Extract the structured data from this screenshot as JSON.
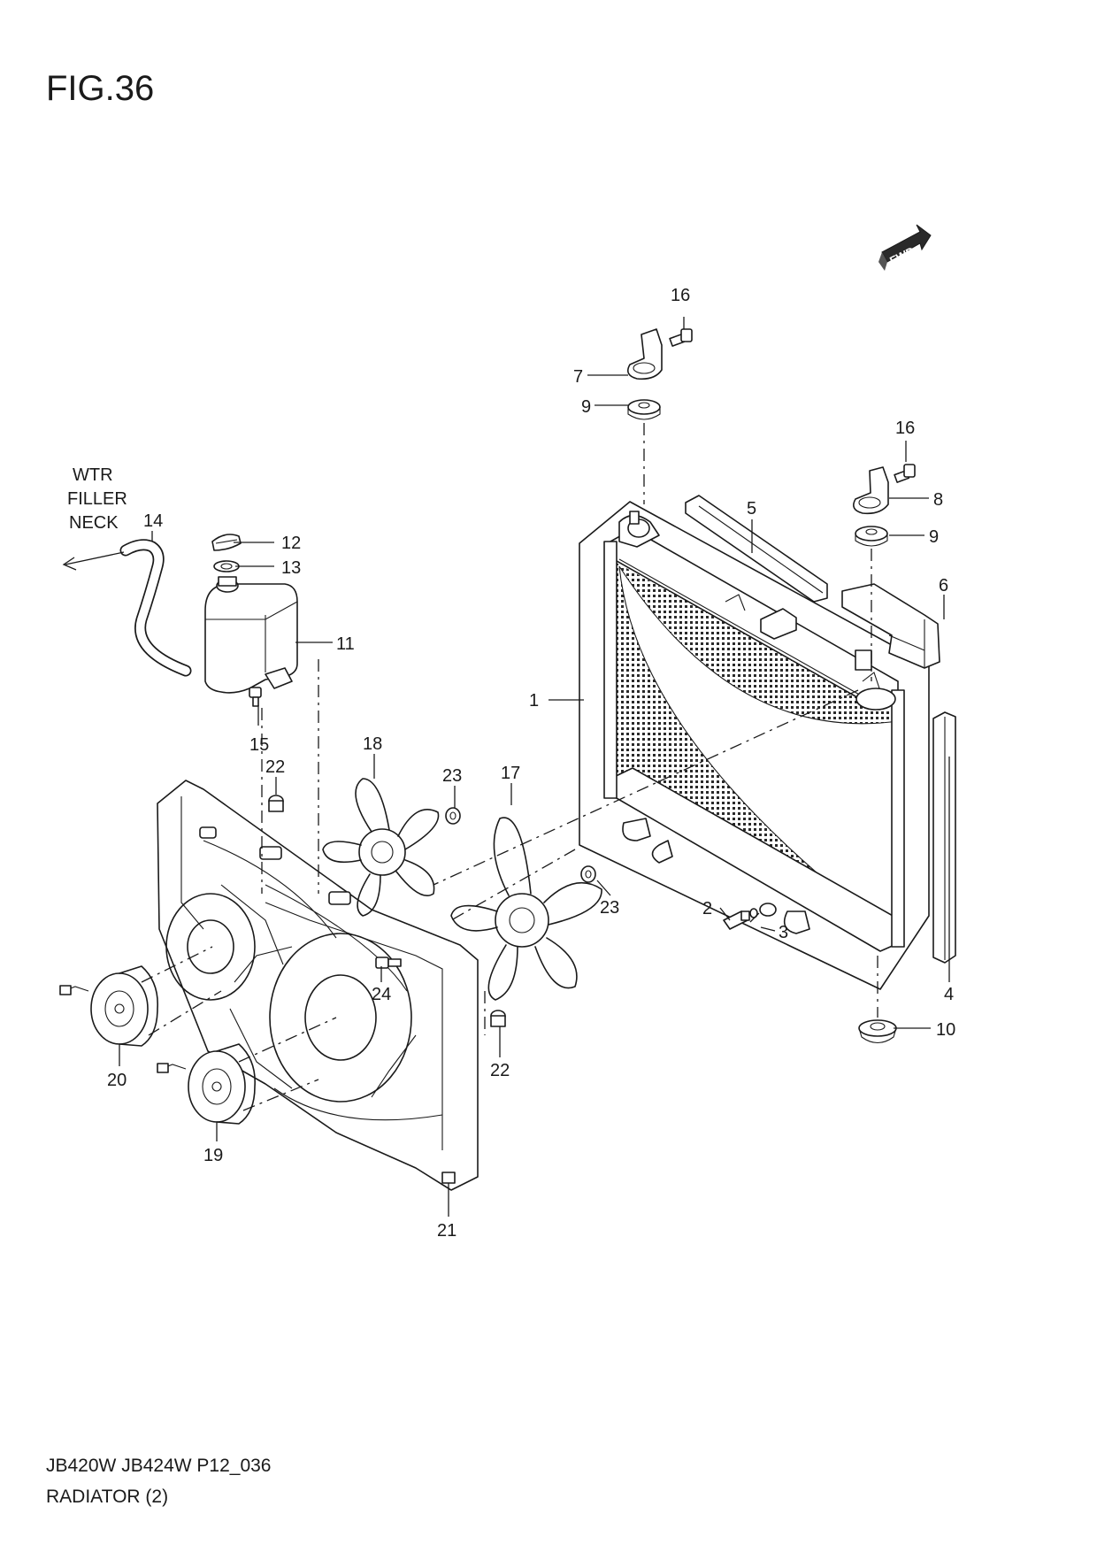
{
  "figure": {
    "title": "FIG.36"
  },
  "footer": {
    "model_code": "JB420W JB424W P12_036",
    "section_name": "RADIATOR (2)"
  },
  "fwd_badge": "FWD",
  "note": {
    "line1": "WTR",
    "line2": "FILLER",
    "line3": "NECK"
  },
  "callouts": {
    "c1": "1",
    "c2": "2",
    "c3": "3",
    "c4": "4",
    "c5": "5",
    "c6": "6",
    "c7": "7",
    "c8": "8",
    "c9a": "9",
    "c9b": "9",
    "c10": "10",
    "c11": "11",
    "c12": "12",
    "c13": "13",
    "c14": "14",
    "c15": "15",
    "c16a": "16",
    "c16b": "16",
    "c17": "17",
    "c18": "18",
    "c19": "19",
    "c20": "20",
    "c21": "21",
    "c22a": "22",
    "c22b": "22",
    "c23a": "23",
    "c23b": "23",
    "c24": "24"
  }
}
